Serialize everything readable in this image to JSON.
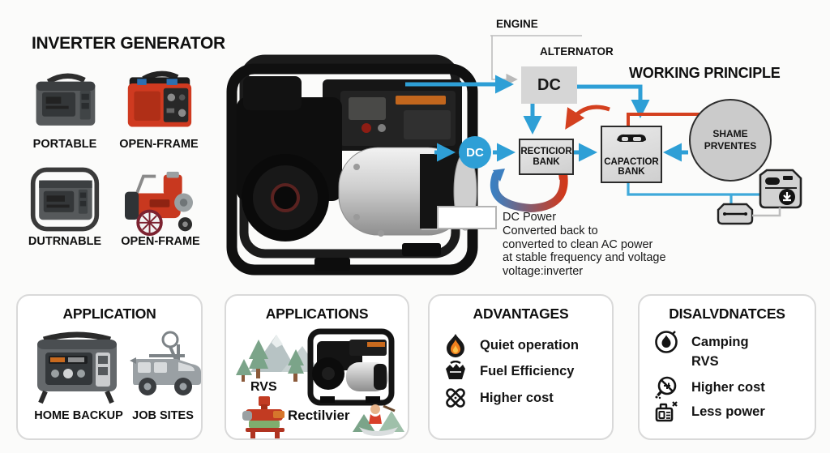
{
  "header": {
    "title": "INVERTER GENERATOR",
    "working_principle": "WORKING PRINCIPLE"
  },
  "products": [
    {
      "label": "PORTABLE",
      "icon": "gray-inverter-generator"
    },
    {
      "label": "OPEN-FRAME",
      "icon": "red-inverter-generator"
    },
    {
      "label": "DUTRNABLE",
      "icon": "gray-framed-generator"
    },
    {
      "label": "OPEN-FRAME",
      "icon": "red-wheeled-generator"
    }
  ],
  "diagram": {
    "engine_label": "ENGINE",
    "alternator_label": "ALTERNATOR",
    "dc_box_label": "DC",
    "dc_node_label": "DC",
    "rectifier": {
      "line1": "RECTICIOR",
      "line2": "BANK"
    },
    "capacitor": {
      "line1": "CAPACTIOR",
      "line2": "BANK"
    },
    "inverter_circle": {
      "line1": "SHAME",
      "line2": "PRVENTES"
    },
    "dc_power_note": [
      "DC Power",
      "Converted back to",
      "converted to clean AC power",
      "at stable frequency and voltage",
      "voltage:inverter"
    ],
    "colors": {
      "blue": "#2E9FD6",
      "red": "#D4401F",
      "box_fill": "#D8D8D8",
      "box_border": "#2B2B2B"
    }
  },
  "cards": [
    {
      "title": "APPLICATION",
      "items": [
        {
          "label": "HOME BACKUP",
          "icon": "home-backup-generator"
        },
        {
          "label": "JOB SITES",
          "icon": "utility-van"
        }
      ]
    },
    {
      "title": "APPLICATIONS",
      "rvs_label": "RVS",
      "rect_label": "Rectilvier",
      "icons": [
        "mountains-trees",
        "red-machine",
        "open-frame-generator",
        "canoe-person"
      ]
    },
    {
      "title": "ADVANTAGES",
      "items": [
        {
          "icon": "flame-icon",
          "label": "Quiet operation"
        },
        {
          "icon": "fuel-basket-icon",
          "label": "Fuel Efficiency"
        },
        {
          "icon": "crossed-bandage-icon",
          "label": "Higher cost"
        }
      ]
    },
    {
      "title": "DISALVDNATCES",
      "items": [
        {
          "icon": "circled-flame-icon",
          "label": "Camping"
        },
        {
          "icon": "none",
          "label": "RVS"
        },
        {
          "icon": "no-plug-icon",
          "label": "Higher cost"
        },
        {
          "icon": "briefcase-x-icon",
          "label": "Less power"
        }
      ]
    }
  ]
}
